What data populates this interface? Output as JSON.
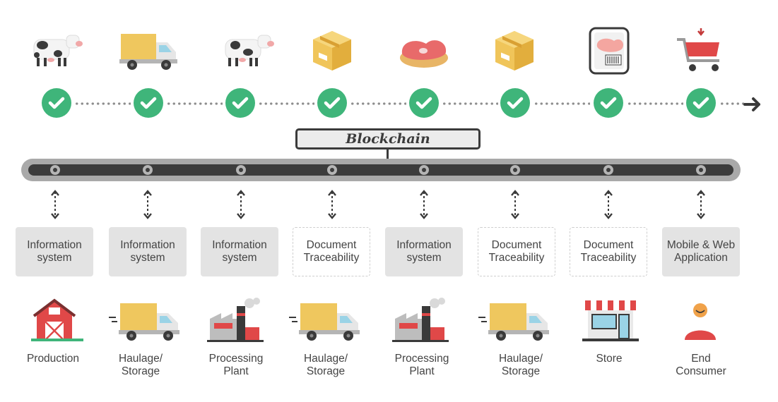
{
  "top_icons": [
    "cow-icon",
    "truck-icon",
    "cow-icon",
    "box-icon",
    "meat-icon",
    "box-icon",
    "packaged-meat-icon",
    "shopping-cart-icon"
  ],
  "blockchain_label": "Blockchain",
  "systems": [
    {
      "line1": "Information",
      "line2": "system",
      "style": "solid"
    },
    {
      "line1": "Information",
      "line2": "system",
      "style": "solid"
    },
    {
      "line1": "Information",
      "line2": "system",
      "style": "solid"
    },
    {
      "line1": "Document",
      "line2": "Traceability",
      "style": "dashed"
    },
    {
      "line1": "Information",
      "line2": "system",
      "style": "solid"
    },
    {
      "line1": "Document",
      "line2": "Traceability",
      "style": "dashed"
    },
    {
      "line1": "Document",
      "line2": "Traceability",
      "style": "dashed"
    },
    {
      "line1": "Mobile & Web",
      "line2": "Application",
      "style": "solid"
    }
  ],
  "stages": [
    {
      "line1": "Production",
      "line2": "",
      "icon": "barn-icon"
    },
    {
      "line1": "Haulage/",
      "line2": "Storage",
      "icon": "truck-icon"
    },
    {
      "line1": "Processing",
      "line2": "Plant",
      "icon": "factory-icon"
    },
    {
      "line1": "Haulage/",
      "line2": "Storage",
      "icon": "truck-icon"
    },
    {
      "line1": "Processing",
      "line2": "Plant",
      "icon": "factory-icon"
    },
    {
      "line1": "Haulage/",
      "line2": "Storage",
      "icon": "truck-icon"
    },
    {
      "line1": "Store",
      "line2": "",
      "icon": "store-icon"
    },
    {
      "line1": "End",
      "line2": "Consumer",
      "icon": "person-icon"
    }
  ],
  "colors": {
    "check_green": "#3fb57a",
    "belt_dark": "#3c3c3c",
    "belt_light": "#a9a9a9",
    "truck_yellow": "#efc75e",
    "barn_red": "#e04848",
    "cart_red": "#e04848",
    "meat_red": "#e86a6a"
  }
}
